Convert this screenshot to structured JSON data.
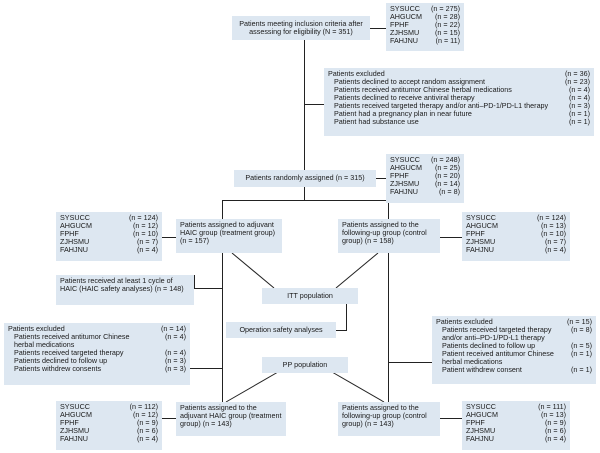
{
  "inclusion": {
    "text": "Patients meeting inclusion criteria after assessing for eligibility (N = 351)"
  },
  "inclusion_sites": [
    {
      "name": "SYSUCC",
      "n": "(n = 275)"
    },
    {
      "name": "AHGUCM",
      "n": "(n = 28)"
    },
    {
      "name": "FPHF",
      "n": "(n = 22)"
    },
    {
      "name": "ZJHSMU",
      "n": "(n = 15)"
    },
    {
      "name": "FAHJNU",
      "n": "(n = 11)"
    }
  ],
  "excluded1": {
    "title": "Patients excluded",
    "title_n": "(n = 36)",
    "items": [
      {
        "label": "Patients declined to accept random assignment",
        "n": "(n = 23)"
      },
      {
        "label": "Patients received antitumor Chinese herbal medications",
        "n": "(n = 4)"
      },
      {
        "label": "Patients declined to receive antiviral therapy",
        "n": "(n = 4)"
      },
      {
        "label": "Patients received targeted therapy and/or anti–PD-1/PD-L1 therapy",
        "n": "(n = 3)"
      },
      {
        "label": "Patient had a pregnancy plan in near future",
        "n": "(n = 1)"
      },
      {
        "label": "Patient had substance use",
        "n": "(n = 1)"
      }
    ]
  },
  "randomized": {
    "text": "Patients randomly assigned (n = 315)"
  },
  "randomized_sites": [
    {
      "name": "SYSUCC",
      "n": "(n = 248)"
    },
    {
      "name": "AHGUCM",
      "n": "(n = 25)"
    },
    {
      "name": "FPHF",
      "n": "(n = 20)"
    },
    {
      "name": "ZJHSMU",
      "n": "(n = 14)"
    },
    {
      "name": "FAHJNU",
      "n": "(n = 8)"
    }
  ],
  "treat_sites": [
    {
      "name": "SYSUCC",
      "n": "(n = 124)"
    },
    {
      "name": "AHGUCM",
      "n": "(n = 12)"
    },
    {
      "name": "FPHF",
      "n": "(n = 10)"
    },
    {
      "name": "ZJHSMU",
      "n": "(n = 7)"
    },
    {
      "name": "FAHJNU",
      "n": "(n = 4)"
    }
  ],
  "treat_group": {
    "text": "Patients assigned to adjuvant HAIC group (treatment group) (n = 157)"
  },
  "control_group": {
    "text": "Patients assigned to the following-up group (control group) (n = 158)"
  },
  "control_sites": [
    {
      "name": "SYSUCC",
      "n": "(n = 124)"
    },
    {
      "name": "AHGUCM",
      "n": "(n = 13)"
    },
    {
      "name": "FPHF",
      "n": "(n = 10)"
    },
    {
      "name": "ZJHSMU",
      "n": "(n = 7)"
    },
    {
      "name": "FAHJNU",
      "n": "(n = 4)"
    }
  ],
  "haic": {
    "text": "Patients received at least 1 cycle of HAIC (HAIC safety analyses) (n = 148)"
  },
  "itt": {
    "text": "ITT population"
  },
  "opsafety": {
    "text": "Operation safety analyses"
  },
  "pp": {
    "text": "PP population"
  },
  "excluded_left": {
    "title": "Patients excluded",
    "title_n": "(n = 14)",
    "items": [
      {
        "label": "Patients received antitumor Chinese herbal medications",
        "n": "(n = 4)"
      },
      {
        "label": "Patients received targeted therapy",
        "n": "(n = 4)"
      },
      {
        "label": "Patients declined to follow up",
        "n": "(n = 3)"
      },
      {
        "label": "Patients withdrew consents",
        "n": "(n = 3)"
      }
    ]
  },
  "excluded_right": {
    "title": "Patients excluded",
    "title_n": "(n = 15)",
    "items": [
      {
        "label": "Patients received targeted therapy and/or anti–PD-1/PD-L1 therapy",
        "n": "(n = 8)"
      },
      {
        "label": "Patients declined to follow up",
        "n": "(n = 5)"
      },
      {
        "label": "Patient received antitumor Chinese herbal medications",
        "n": "(n = 1)"
      },
      {
        "label": "Patient withdrew consent",
        "n": "(n = 1)"
      }
    ]
  },
  "pp_treat_sites": [
    {
      "name": "SYSUCC",
      "n": "(n = 112)"
    },
    {
      "name": "AHGUCM",
      "n": "(n = 12)"
    },
    {
      "name": "FPHF",
      "n": "(n = 9)"
    },
    {
      "name": "ZJHSMU",
      "n": "(n = 6)"
    },
    {
      "name": "FAHJNU",
      "n": "(n = 4)"
    }
  ],
  "pp_treat_group": {
    "text": "Patients assigned to the adjuvant HAIC group (treatment group) (n = 143)"
  },
  "pp_control_group": {
    "text": "Patients assigned to the following-up group (control group) (n = 143)"
  },
  "pp_control_sites": [
    {
      "name": "SYSUCC",
      "n": "(n = 111)"
    },
    {
      "name": "AHGUCM",
      "n": "(n = 13)"
    },
    {
      "name": "FPHF",
      "n": "(n = 9)"
    },
    {
      "name": "ZJHSMU",
      "n": "(n = 6)"
    },
    {
      "name": "FAHJNU",
      "n": "(n = 4)"
    }
  ]
}
